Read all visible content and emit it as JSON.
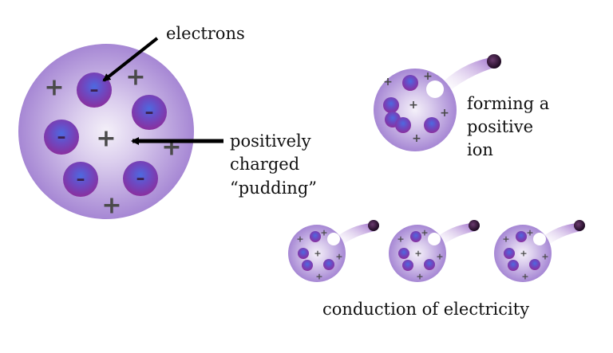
{
  "labels": {
    "electrons": "electrons",
    "pudding_line1": "positively",
    "pudding_line2": "charged",
    "pudding_line3": "“pudding”",
    "ion_line1": "forming a",
    "ion_line2": "positive",
    "ion_line3": "ion",
    "conduction": "conduction of electricity"
  },
  "symbols": {
    "plus": "+",
    "minus": "–"
  },
  "colors": {
    "atom_outer": "#a98bd6",
    "atom_inner": "#f2edf8",
    "electron": "#7a3fb7",
    "electron_dark": "#4b1e7e",
    "electron_highlight": "#3f5ad6",
    "free_electron": "#3a1444",
    "arrow": "#000000"
  }
}
